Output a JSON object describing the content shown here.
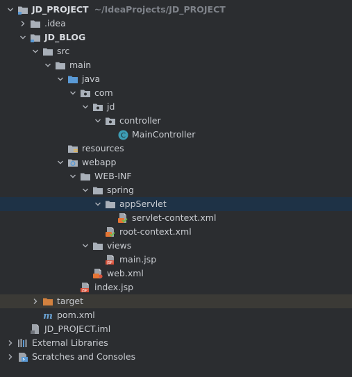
{
  "colors": {
    "background": "#2b2d30",
    "selected_row": "#1e3246",
    "excluded_row": "#3b3a36",
    "text": "#c9ccd1",
    "folder": "#a9b0b9",
    "source_folder": "#5a9ad6",
    "excluded_folder": "#d2813f",
    "class_icon": "#3d9db5",
    "maven_icon": "#6aa3d4"
  },
  "project_tree": {
    "rows": [
      {
        "label": "JD_PROJECT",
        "path": "~/IdeaProjects/JD_PROJECT",
        "bold": true,
        "depth": 0,
        "chevron": "down",
        "icon": "module-folder-icon"
      },
      {
        "label": ".idea",
        "depth": 1,
        "chevron": "right",
        "icon": "folder-icon"
      },
      {
        "label": "JD_BLOG",
        "bold": true,
        "depth": 1,
        "chevron": "down",
        "icon": "module-folder-icon"
      },
      {
        "label": "src",
        "depth": 2,
        "chevron": "down",
        "icon": "folder-icon"
      },
      {
        "label": "main",
        "depth": 3,
        "chevron": "down",
        "icon": "folder-icon"
      },
      {
        "label": "java",
        "depth": 4,
        "chevron": "down",
        "icon": "source-folder-icon"
      },
      {
        "label": "com",
        "depth": 5,
        "chevron": "down",
        "icon": "package-icon"
      },
      {
        "label": "jd",
        "depth": 6,
        "chevron": "down",
        "icon": "package-icon"
      },
      {
        "label": "controller",
        "depth": 7,
        "chevron": "down",
        "icon": "package-icon"
      },
      {
        "label": "MainController",
        "depth": 8,
        "chevron": "none",
        "icon": "java-class-icon"
      },
      {
        "label": "resources",
        "depth": 4,
        "chevron": "none",
        "icon": "resources-folder-icon"
      },
      {
        "label": "webapp",
        "depth": 4,
        "chevron": "down",
        "icon": "web-folder-icon"
      },
      {
        "label": "WEB-INF",
        "depth": 5,
        "chevron": "down",
        "icon": "folder-icon"
      },
      {
        "label": "spring",
        "depth": 6,
        "chevron": "down",
        "icon": "folder-icon"
      },
      {
        "label": "appServlet",
        "depth": 7,
        "chevron": "down",
        "icon": "folder-icon",
        "selected": true
      },
      {
        "label": "servlet-context.xml",
        "depth": 8,
        "chevron": "none",
        "icon": "spring-xml-icon"
      },
      {
        "label": "root-context.xml",
        "depth": 7,
        "chevron": "none",
        "icon": "spring-xml-icon"
      },
      {
        "label": "views",
        "depth": 6,
        "chevron": "down",
        "icon": "folder-icon"
      },
      {
        "label": "main.jsp",
        "depth": 7,
        "chevron": "none",
        "icon": "jsp-file-icon"
      },
      {
        "label": "web.xml",
        "depth": 6,
        "chevron": "none",
        "icon": "web-xml-icon"
      },
      {
        "label": "index.jsp",
        "depth": 5,
        "chevron": "none",
        "icon": "jsp-file-icon"
      },
      {
        "label": "target",
        "depth": 2,
        "chevron": "right",
        "icon": "excluded-folder-icon",
        "excluded": true
      },
      {
        "label": "pom.xml",
        "depth": 2,
        "chevron": "none",
        "icon": "maven-icon"
      },
      {
        "label": "JD_PROJECT.iml",
        "depth": 1,
        "chevron": "none",
        "icon": "iml-file-icon"
      },
      {
        "label": "External Libraries",
        "depth": 0,
        "chevron": "right",
        "icon": "libraries-icon"
      },
      {
        "label": "Scratches and Consoles",
        "depth": 0,
        "chevron": "right",
        "icon": "scratches-icon"
      }
    ]
  }
}
